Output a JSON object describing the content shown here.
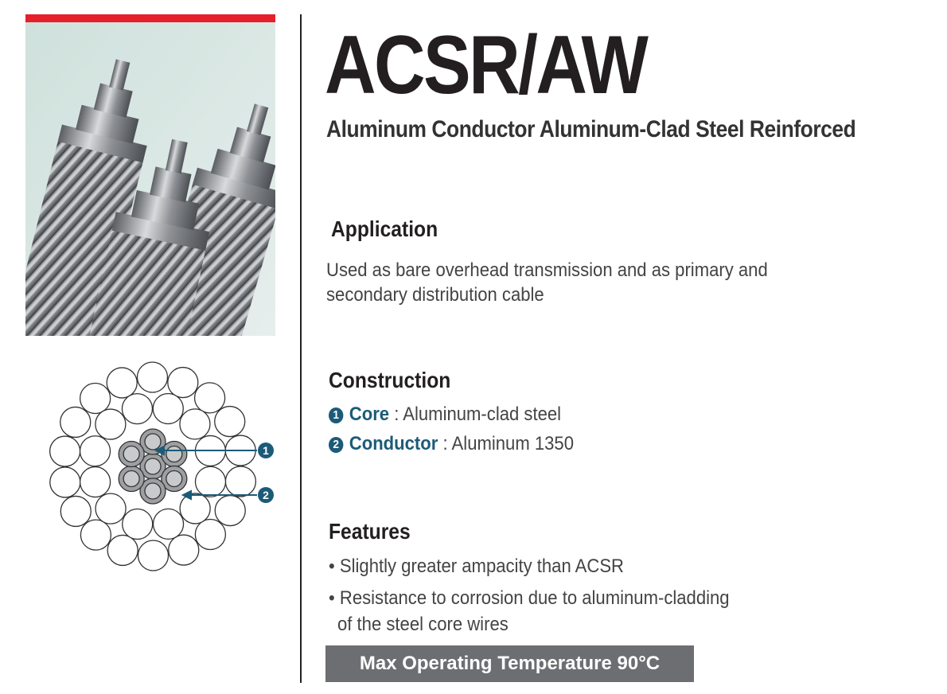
{
  "header": {
    "title": "ACSR/AW",
    "subtitle": "Aluminum Conductor Aluminum-Clad Steel Reinforced"
  },
  "application": {
    "heading": "Application",
    "lines": [
      "Used as bare overhead transmission and as primary and",
      "secondary distribution cable"
    ]
  },
  "construction": {
    "heading": "Construction",
    "items": [
      {
        "marker": "1",
        "term": "Core",
        "separator": " : ",
        "value": "Aluminum-clad steel"
      },
      {
        "marker": "2",
        "term": "Conductor",
        "separator": " : ",
        "value": "Aluminum 1350"
      }
    ]
  },
  "features": {
    "heading": "Features",
    "items": [
      {
        "bullet": "•",
        "text": "Slightly greater ampacity than ACSR"
      },
      {
        "bullet": "•",
        "text": "Resistance to corrosion due to aluminum-cladding",
        "continuation": "of the steel core wires"
      }
    ]
  },
  "rating": {
    "label": "Max Operating Temperature 90°C"
  },
  "diagram": {
    "callouts": [
      "1",
      "2"
    ]
  },
  "colors": {
    "accent_red": "#e5202b",
    "label_blue": "#1c5b78",
    "rating_bg": "#6d6e71"
  },
  "icons": {
    "photo": "stranded-cable-photo",
    "diagram": "cable-cross-section"
  }
}
